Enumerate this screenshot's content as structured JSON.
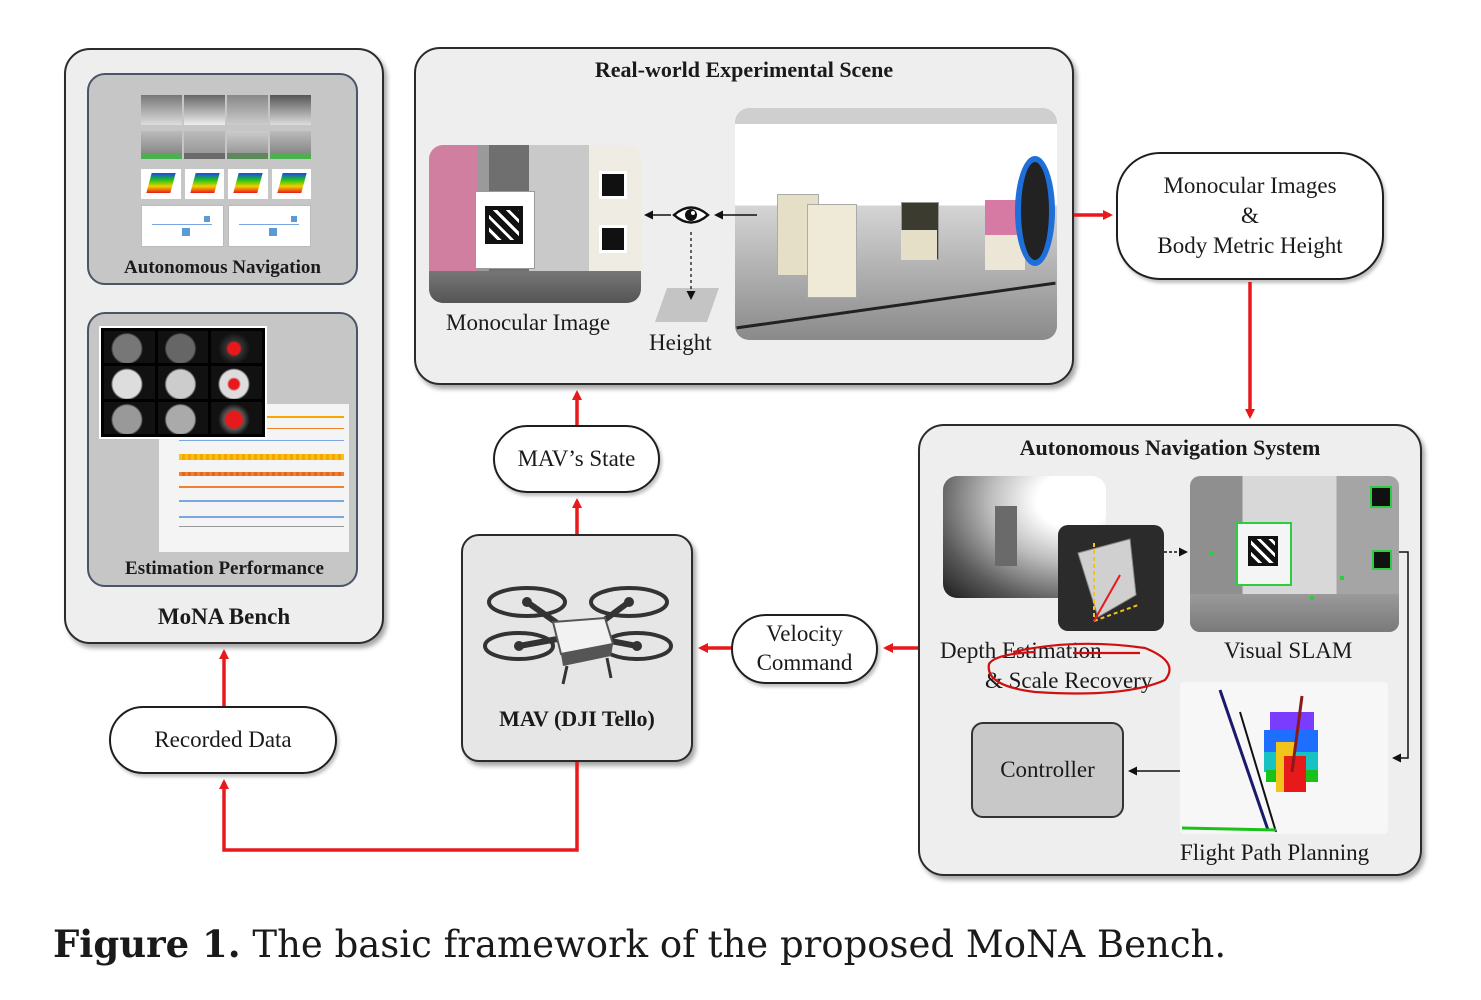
{
  "mona_bench": {
    "title": "MoNA Bench",
    "nav_panel_title": "Autonomous Navigation",
    "estimation_panel_title": "Estimation Performance"
  },
  "scene": {
    "title": "Real-world Experimental Scene",
    "monocular_label": "Monocular Image",
    "height_label": "Height"
  },
  "nodes": {
    "monocular_images_line1": "Monocular Images",
    "monocular_images_line2": "&",
    "monocular_images_line3": "Body Metric Height",
    "mav_state": "MAV’s State",
    "mav_label": "MAV (DJI Tello)",
    "velocity_line1": "Velocity",
    "velocity_line2": "Command",
    "recorded_data": "Recorded Data"
  },
  "nav_system": {
    "title": "Autonomous Navigation System",
    "depth_line1": "Depth Estimation",
    "depth_line2": "& Scale Recovery",
    "slam_label": "Visual SLAM",
    "controller_label": "Controller",
    "path_label": "Flight Path Planning"
  },
  "caption": {
    "prefix": "Figure 1.",
    "text": " The basic framework of the proposed MoNA Bench."
  },
  "colors": {
    "arrow_red": "#e8191b",
    "panel_bg": "#eeeeee",
    "subpanel_bg": "#c6c6c6"
  }
}
